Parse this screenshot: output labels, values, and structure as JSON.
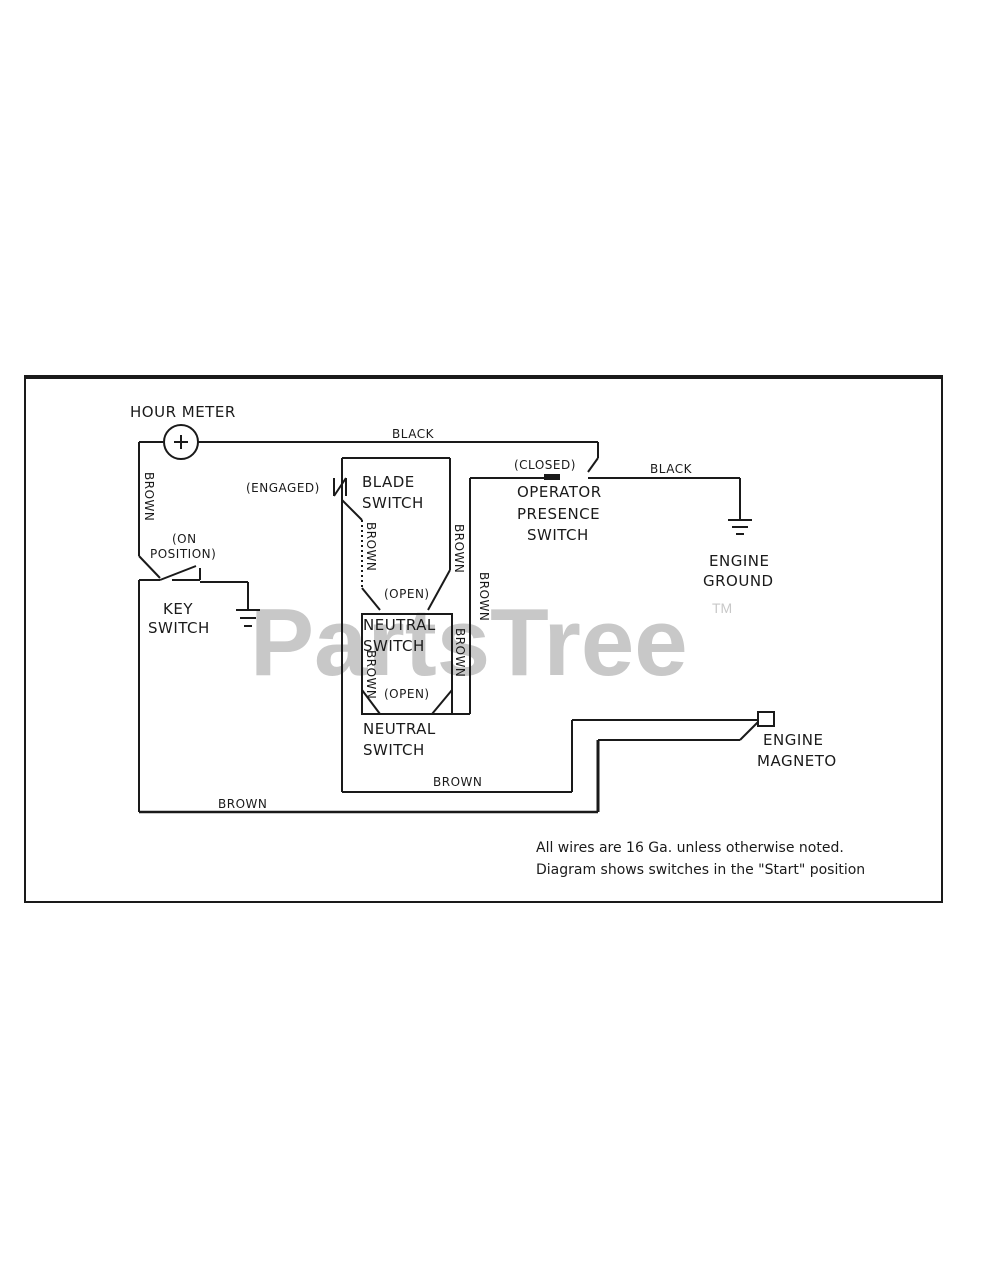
{
  "components": {
    "hour_meter": "HOUR METER",
    "blade_switch": [
      "BLADE",
      "SWITCH"
    ],
    "blade_state": "(ENGAGED)",
    "operator_switch": [
      "OPERATOR",
      "PRESENCE",
      "SWITCH"
    ],
    "operator_state": "(CLOSED)",
    "engine_ground": [
      "ENGINE",
      "GROUND"
    ],
    "key_switch": [
      "KEY",
      "SWITCH"
    ],
    "key_state": [
      "(ON",
      "POSITION)"
    ],
    "neutral_switch_upper": [
      "NEUTRAL",
      "SWITCH"
    ],
    "neutral_upper_state": "(OPEN)",
    "neutral_switch_lower": [
      "NEUTRAL",
      "SWITCH"
    ],
    "neutral_lower_state": "(OPEN)",
    "engine_magneto": [
      "ENGINE",
      "MAGNETO"
    ]
  },
  "wires": {
    "black_top": "BLACK",
    "black_right": "BLACK",
    "brown_left_vertical": "BROWN",
    "brown_blade_left": "BROWN",
    "brown_blade_right": "BROWN",
    "brown_right_vertical": "BROWN",
    "brown_neutral_left": "BROWN",
    "brown_neutral_right": "BROWN",
    "brown_bottom_inner": "BROWN",
    "brown_bottom_outer": "BROWN"
  },
  "notes": [
    "All wires are 16 Ga. unless otherwise noted.",
    "Diagram shows switches in the \"Start\" position"
  ],
  "watermark": {
    "text": "PartsTree",
    "tm": "TM"
  }
}
